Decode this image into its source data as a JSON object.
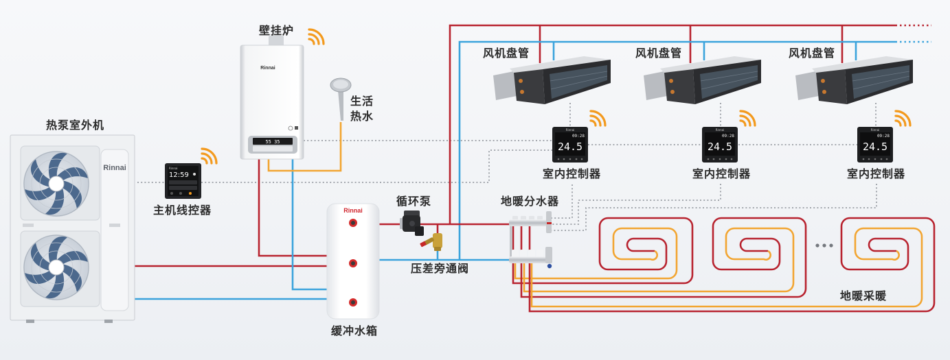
{
  "labels": {
    "outdoor_unit": "热泵室外机",
    "main_controller": "主机线控器",
    "wall_boiler": "壁挂炉",
    "domestic_hot_water_line1": "生活",
    "domestic_hot_water_line2": "热水",
    "buffer_tank": "缓冲水箱",
    "circulation_pump": "循环泵",
    "bypass_valve": "压差旁通阀",
    "floor_manifold": "地暖分水器",
    "floor_heating": "地暖采暖",
    "fan_coils": [
      "风机盘管",
      "风机盘管",
      "风机盘管"
    ],
    "room_controllers": [
      "室内控制器",
      "室内控制器",
      "室内控制器"
    ]
  },
  "brand": {
    "name": "Rinnai"
  },
  "displays": {
    "main_controller_time": "12:59",
    "boiler_readout": "55  35",
    "room_temperature": "24.5",
    "room_time": "09:28"
  },
  "colors": {
    "hot_pipe": "#b8232f",
    "cold_pipe": "#3ba3dc",
    "floor_supply_pipe": "#f2a531",
    "signal_line": "#a3a7ad",
    "wifi": "#f39a1e"
  }
}
